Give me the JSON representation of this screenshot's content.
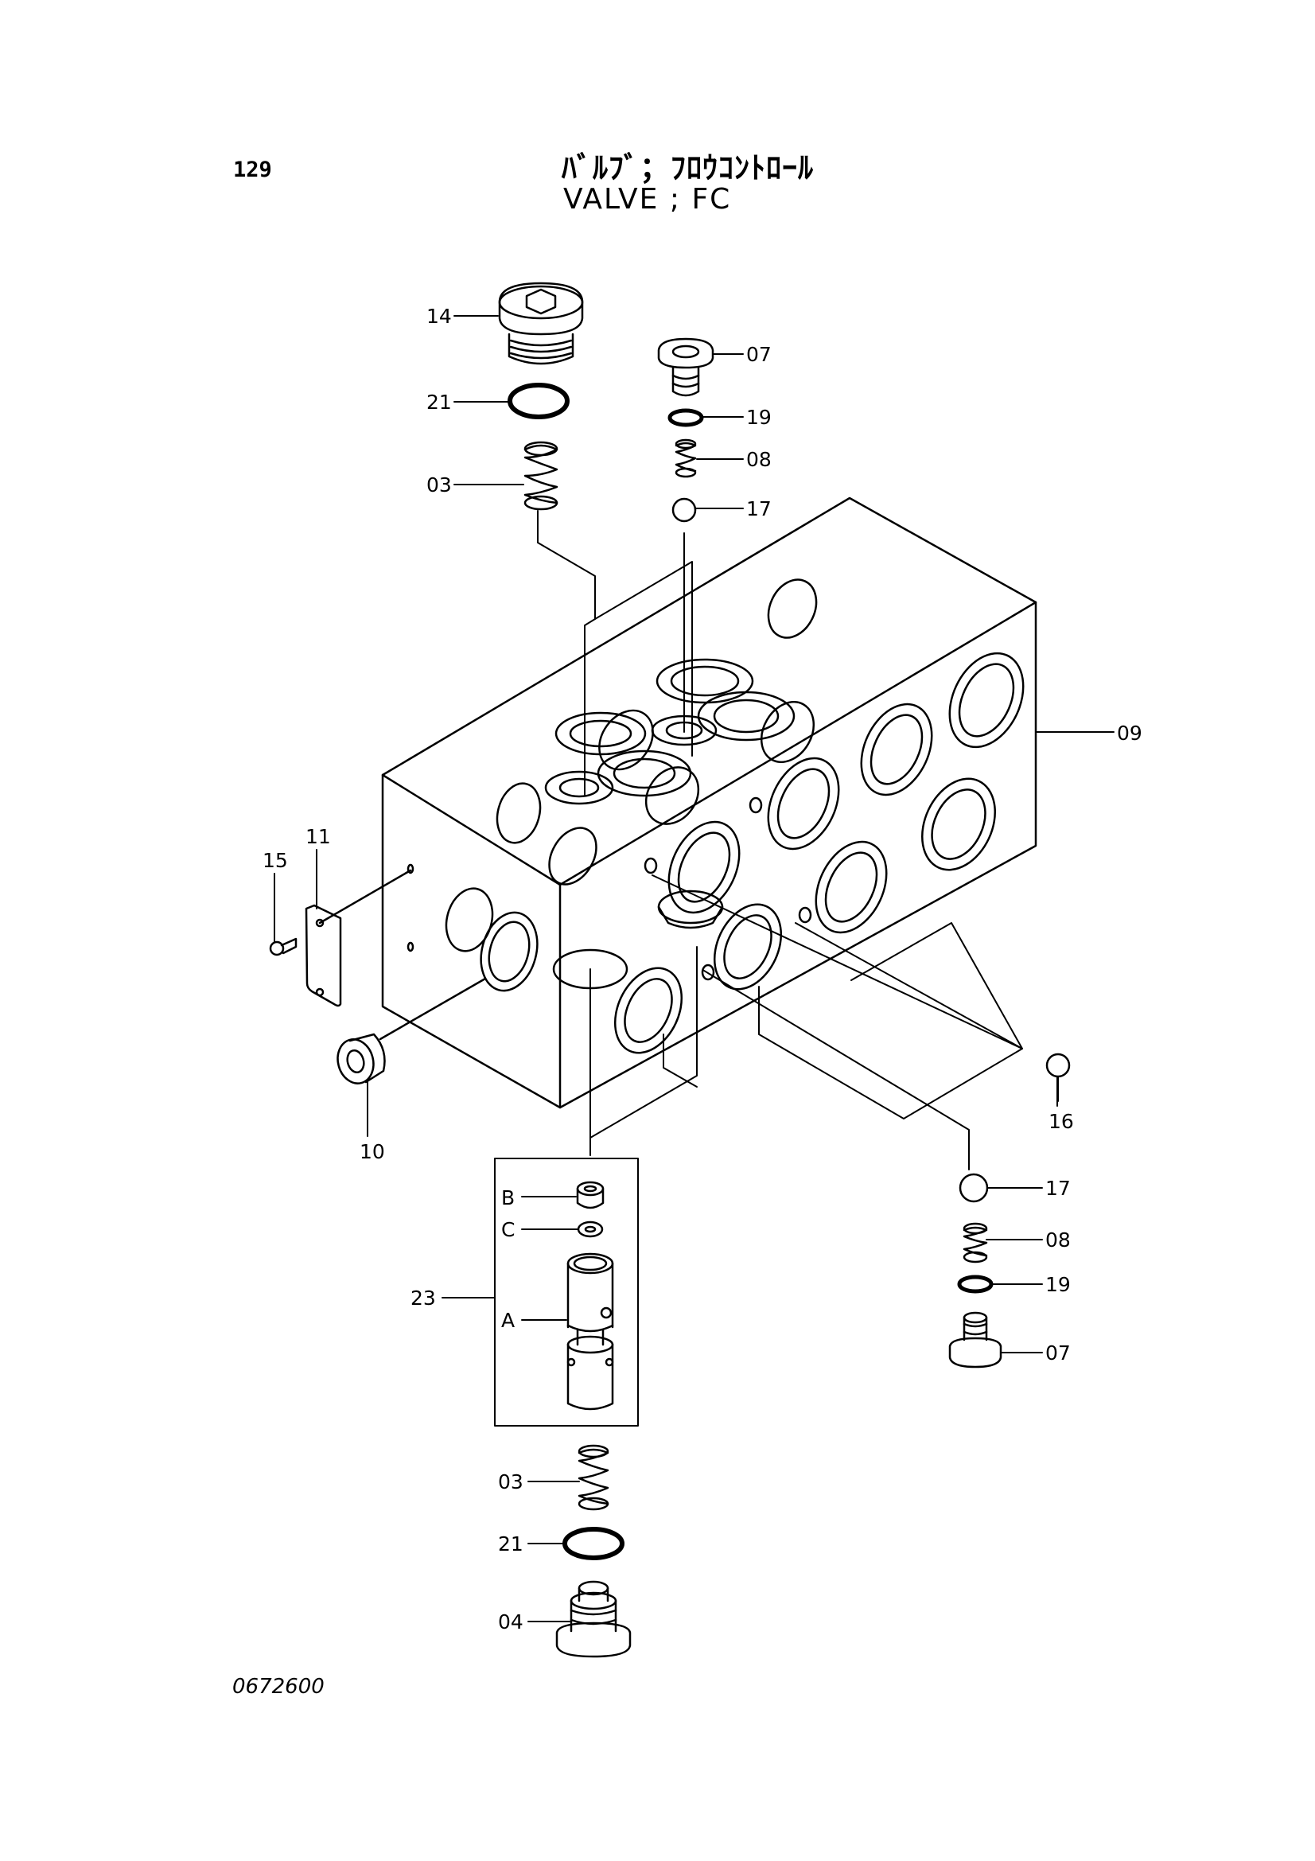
{
  "page_number": "129",
  "title_jp": "ﾊﾞﾙﾌﾞ；ﾌﾛｳｺﾝﾄﾛｰﾙ",
  "title_en": "VALVE ; FC",
  "drawing_number": "0672600",
  "callouts": {
    "c14": "14",
    "c21_top": "21",
    "c03_top": "03",
    "c07_top": "07",
    "c19_top": "19",
    "c08_top": "08",
    "c17_top": "17",
    "c09": "09",
    "c11": "11",
    "c15": "15",
    "c10": "10",
    "c16": "16",
    "c17_right": "17",
    "c08_right": "08",
    "c19_right": "19",
    "c07_right": "07",
    "c23": "23",
    "cB": "B",
    "cC": "C",
    "cA": "A",
    "c03_bottom": "03",
    "c21_bottom": "21",
    "c04": "04"
  }
}
